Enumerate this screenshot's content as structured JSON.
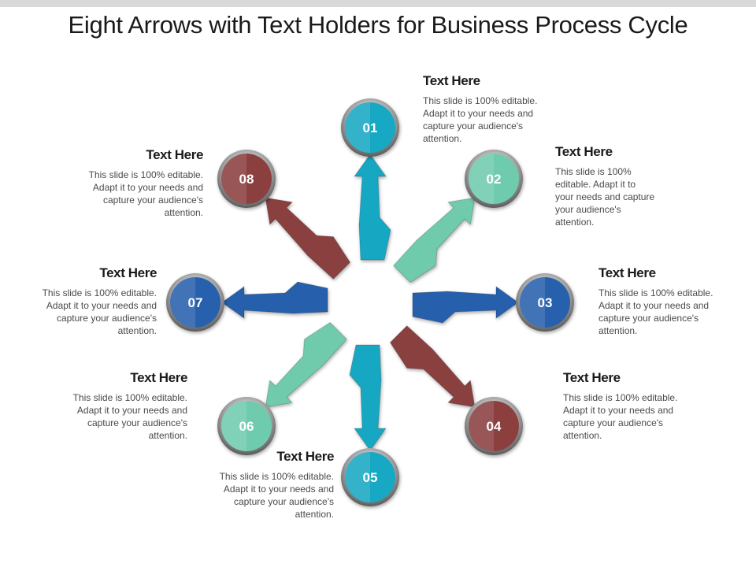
{
  "title": "Eight Arrows with Text Holders for Business Process Cycle",
  "colors": {
    "teal": "#17a8c3",
    "mint": "#6fcbad",
    "navy": "#2760ac",
    "maroon": "#8b3f3f"
  },
  "steps": [
    {
      "number": "01",
      "heading": "Text Here",
      "body": "This slide is 100% editable. Adapt it to your needs and capture your audience's attention."
    },
    {
      "number": "02",
      "heading": "Text Here",
      "body": "This slide is 100% editable. Adapt it to your needs and capture your audience's attention."
    },
    {
      "number": "03",
      "heading": "Text Here",
      "body": "This slide is 100% editable. Adapt it to your needs and capture your audience's attention."
    },
    {
      "number": "04",
      "heading": "Text Here",
      "body": "This slide is 100% editable. Adapt it to your needs and capture your audience's attention."
    },
    {
      "number": "05",
      "heading": "Text Here",
      "body": "This slide is 100% editable. Adapt it to your needs and capture your audience's attention."
    },
    {
      "number": "06",
      "heading": "Text Here",
      "body": "This slide is 100% editable. Adapt it to your needs and capture your audience's attention."
    },
    {
      "number": "07",
      "heading": "Text Here",
      "body": "This slide is 100% editable. Adapt it to your needs and capture your audience's attention."
    },
    {
      "number": "08",
      "heading": "Text Here",
      "body": "This slide is 100% editable. Adapt it to your needs and capture your audience's attention."
    }
  ]
}
